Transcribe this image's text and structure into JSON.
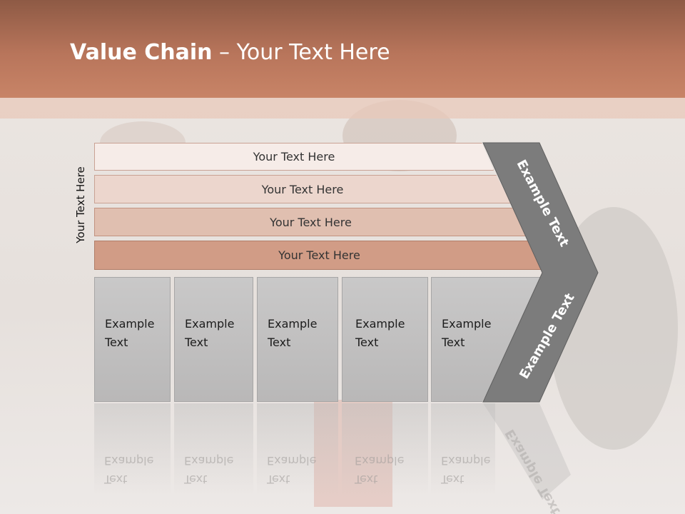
{
  "title": {
    "bold": "Value Chain",
    "rest": " – Your Text Here"
  },
  "side_label": "Your Text Here",
  "rows": [
    {
      "label": "Your Text Here",
      "color": "#f6ece8"
    },
    {
      "label": "Your Text Here",
      "color": "#ecd6cd"
    },
    {
      "label": "Your Text Here",
      "color": "#e0bfb0"
    },
    {
      "label": "Your Text Here",
      "color": "#d19c86"
    }
  ],
  "cells": [
    {
      "line1": "Example",
      "line2": "Text"
    },
    {
      "line1": "Example",
      "line2": "Text"
    },
    {
      "line1": "Example",
      "line2": "Text"
    },
    {
      "line1": "Example",
      "line2": "Text"
    },
    {
      "line1": "Example",
      "line2": "Text"
    }
  ],
  "chevron": {
    "top_label": "Example Text",
    "bottom_label": "Example Text",
    "color": "#7c7c7c"
  },
  "colors": {
    "title_band": "#b8755b",
    "cell": "#c3c2c2"
  }
}
